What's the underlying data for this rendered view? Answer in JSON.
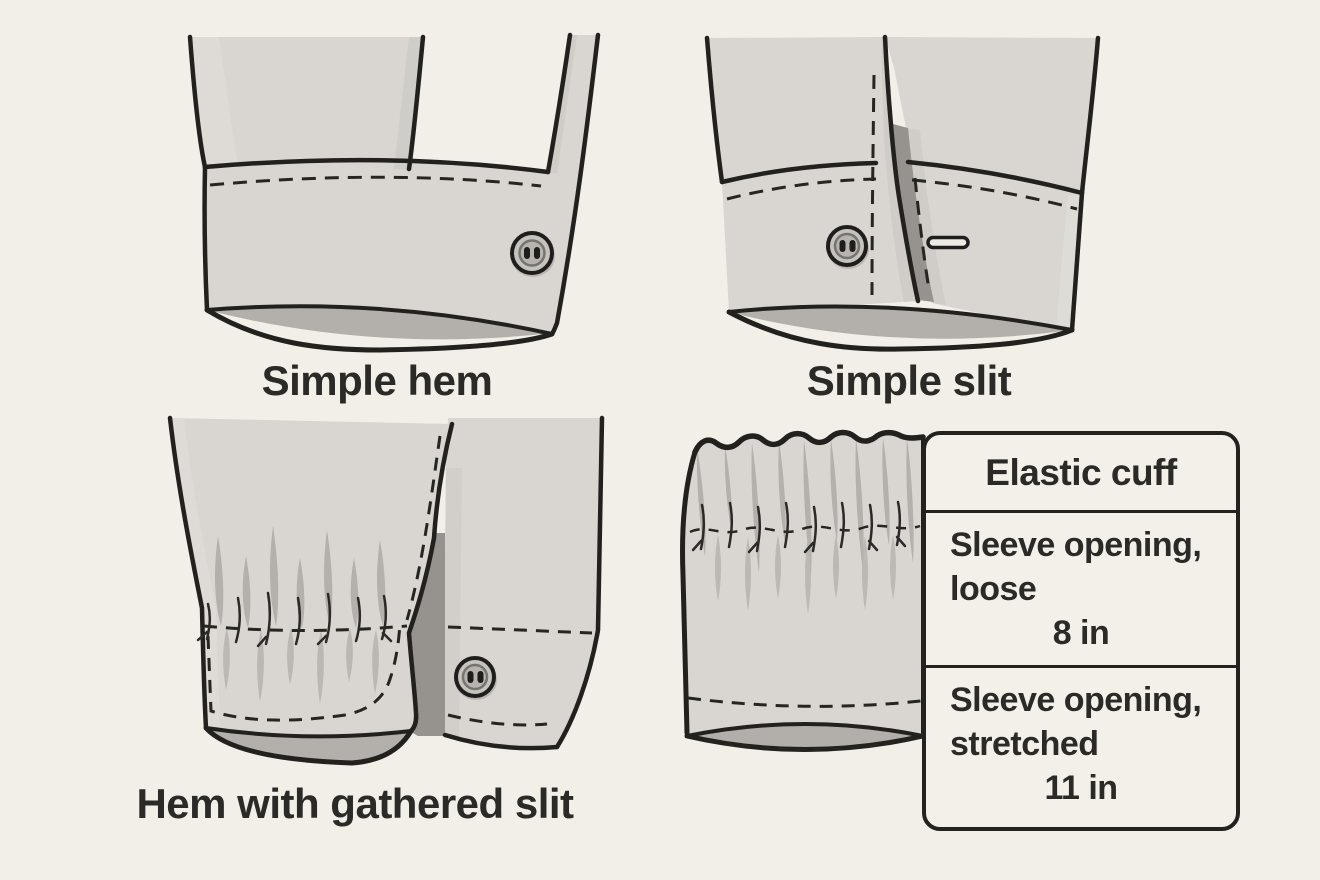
{
  "scene": {
    "background": "#f2efe9",
    "outline_color": "#22211e",
    "fabric_color": "#d9d6d1",
    "fabric_shadow_color": "#aeaba6",
    "fabric_inner_color": "#b3b0ab",
    "gap_shadow_color": "#96938e",
    "text_color": "#2b2a27"
  },
  "captions": [
    {
      "id": "simple-hem",
      "text": "Simple hem"
    },
    {
      "id": "simple-slit",
      "text": "Simple slit"
    },
    {
      "id": "hem-with-gathered-slit",
      "text": "Hem with gathered slit"
    }
  ],
  "spec_table": {
    "title": "Elastic cuff",
    "rows": [
      {
        "label": "Sleeve opening, loose",
        "value": "8 in"
      },
      {
        "label": "Sleeve opening, stretched",
        "value": "11 in"
      }
    ]
  }
}
